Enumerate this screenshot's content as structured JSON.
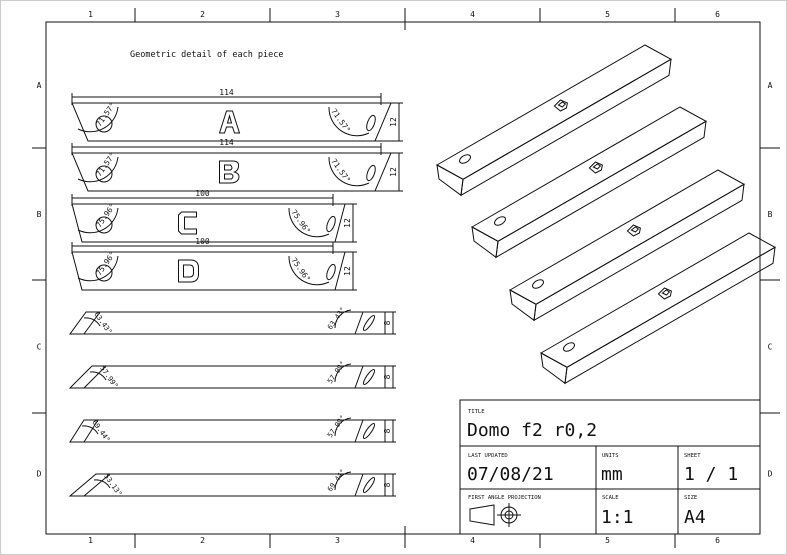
{
  "grid": {
    "columns": [
      "1",
      "2",
      "3",
      "4",
      "5",
      "6"
    ],
    "rows": [
      "A",
      "B",
      "C",
      "D"
    ]
  },
  "caption": "Geometric detail of each piece",
  "pieces": [
    {
      "length": "114",
      "height": "12",
      "left_angle": "71.57°",
      "right_angle": "71.57°",
      "letter": "A"
    },
    {
      "length": "114",
      "height": "12",
      "left_angle": "71.57°",
      "right_angle": "71.57°",
      "letter": "B"
    },
    {
      "length": "100",
      "height": "12",
      "left_angle": "75.96°",
      "right_angle": "75.96°",
      "letter": "C"
    },
    {
      "length": "100",
      "height": "12",
      "left_angle": "75.96°",
      "right_angle": "75.96°",
      "letter": "D"
    }
  ],
  "sections": [
    {
      "height": "8",
      "left_angle": "63.43°",
      "right_angle": "63.43°"
    },
    {
      "height": "8",
      "left_angle": "57.99°",
      "right_angle": "57.99°"
    },
    {
      "height": "8",
      "left_angle": "69.44°",
      "right_angle": "57.99°"
    },
    {
      "height": "8",
      "left_angle": "53.13°",
      "right_angle": "69.44°"
    }
  ],
  "title_block": {
    "title_label": "TITLE",
    "title": "Domo f2 r0,2",
    "updated_label": "LAST UPDATED",
    "updated": "07/08/21",
    "units_label": "UNITS",
    "units": "mm",
    "sheet_label": "SHEET",
    "sheet": "1 / 1",
    "projection_label": "FIRST ANGLE PROJECTION",
    "scale_label": "SCALE",
    "scale": "1:1",
    "size_label": "SIZE",
    "size": "A4"
  }
}
